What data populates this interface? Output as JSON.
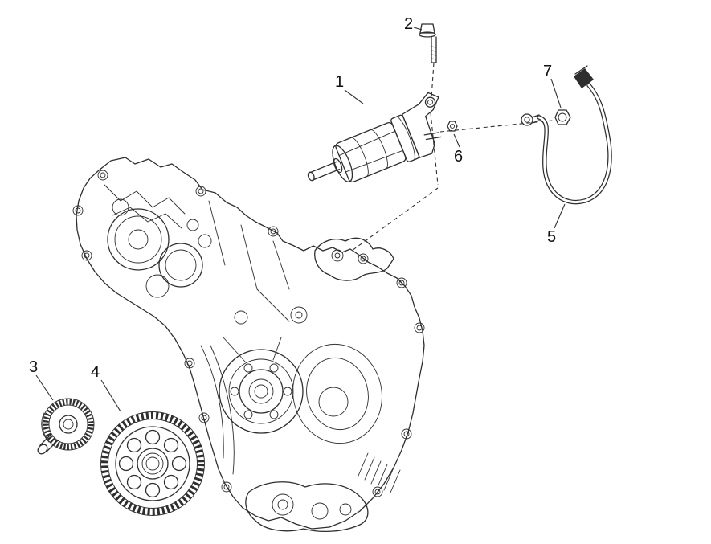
{
  "diagram": {
    "type": "exploded-parts-diagram",
    "background": "#ffffff",
    "line_color": "#2e2e2e",
    "label_color": "#111111",
    "parts": [
      {
        "number": "1"
      },
      {
        "number": "2"
      },
      {
        "number": "3"
      },
      {
        "number": "4"
      },
      {
        "number": "5"
      },
      {
        "number": "6"
      },
      {
        "number": "7"
      }
    ]
  }
}
